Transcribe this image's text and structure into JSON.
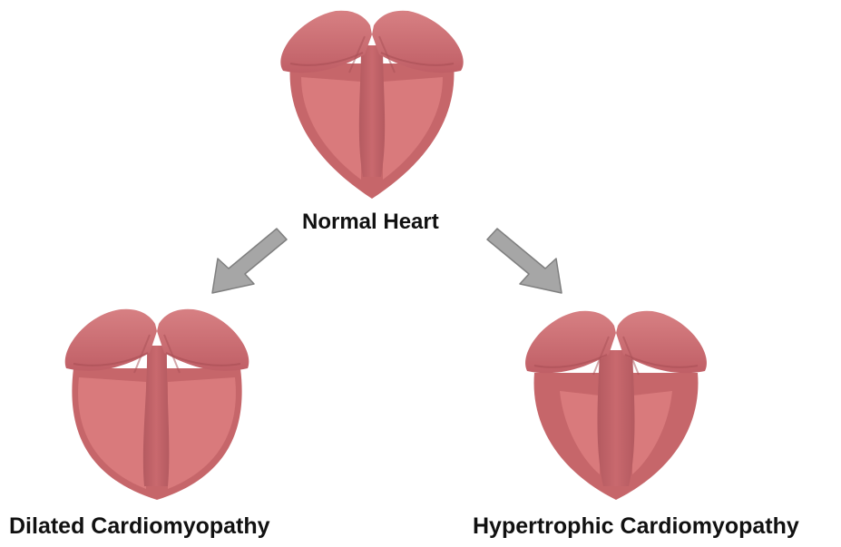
{
  "nodes": {
    "normal": {
      "label": "Normal Heart"
    },
    "dilated": {
      "label": "Dilated Cardiomyopathy"
    },
    "hypertrophic": {
      "label": "Hypertrophic Cardiomyopathy"
    }
  },
  "colors": {
    "heart_outer": "#c6666a",
    "heart_top": "#c4636a",
    "heart_top_highlight": "#d78083",
    "heart_inner": "#d97a7c",
    "heart_shadow": "#a84f55",
    "arrow_fill": "#a6a6a6",
    "arrow_stroke": "#7f7f7f",
    "label": "#111111"
  },
  "icons": {
    "normal": "heart-icon",
    "dilated": "heart-icon",
    "hypertrophic": "heart-icon",
    "arrows": "arrow-icon"
  }
}
